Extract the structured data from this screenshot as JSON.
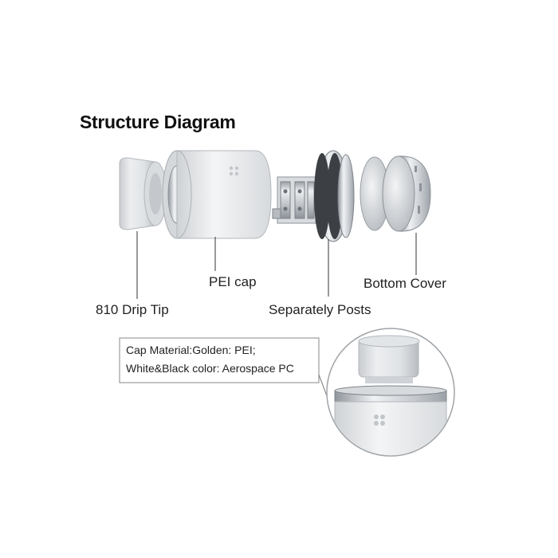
{
  "title": "Structure Diagram",
  "parts": {
    "drip_tip": "810 Drip Tip",
    "pei_cap": "PEI cap",
    "posts": "Separately Posts",
    "bottom_cover": "Bottom Cover"
  },
  "note": {
    "line1": "Cap Material:Golden: PEI;",
    "line2": "White&Black color: Aerospace PC"
  }
}
